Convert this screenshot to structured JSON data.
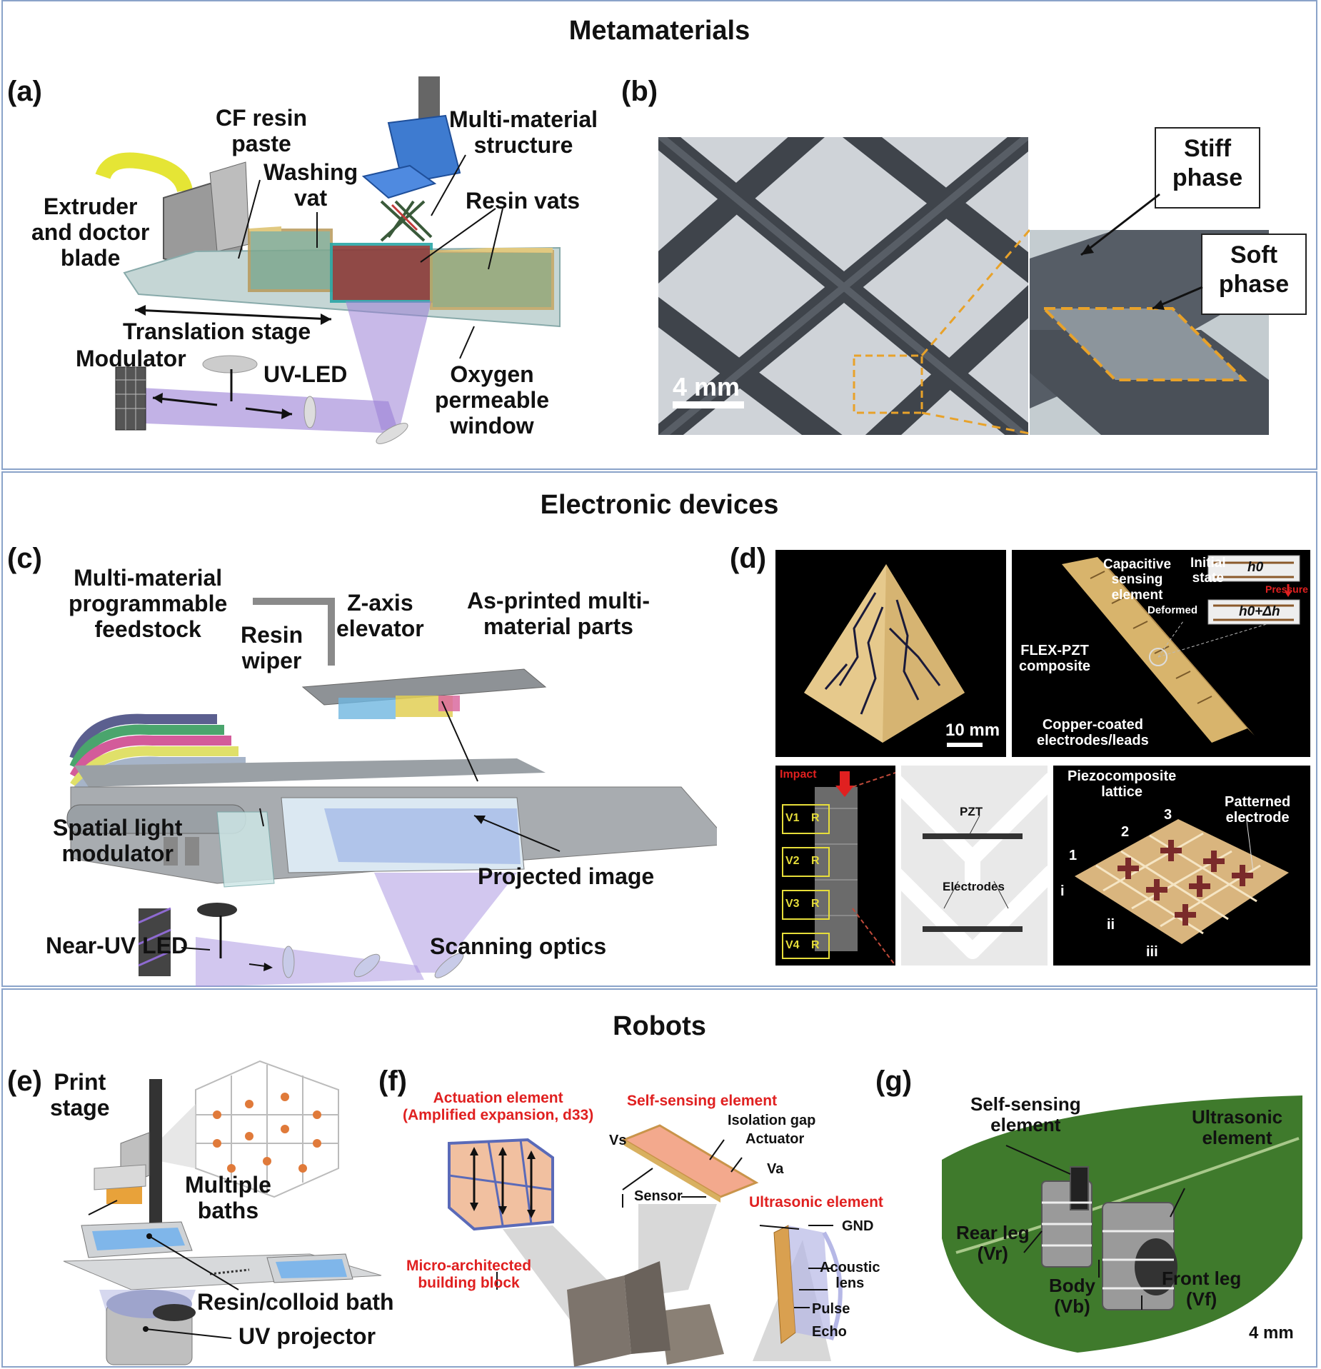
{
  "sections": {
    "metamaterials": "Metamaterials",
    "electronic": "Electronic devices",
    "robots": "Robots"
  },
  "panels": {
    "a": "(a)",
    "b": "(b)",
    "c": "(c)",
    "d": "(d)",
    "e": "(e)",
    "f": "(f)",
    "g": "(g)"
  },
  "a": {
    "cf_resin": "CF resin",
    "paste": "paste",
    "multi_material": "Multi-material",
    "structure": "structure",
    "washing": "Washing",
    "vat": "vat",
    "extruder": "Extruder",
    "and_doctor": "and doctor",
    "blade": "blade",
    "resin_vats": "Resin vats",
    "translation_stage": "Translation stage",
    "modulator": "Modulator",
    "uv_led": "UV-LED",
    "oxygen": "Oxygen",
    "permeable": "permeable",
    "window": "window"
  },
  "b": {
    "stiff": "Stiff",
    "phase1": "phase",
    "soft": "Soft",
    "phase2": "phase",
    "scale": "4 mm"
  },
  "c": {
    "feedstock1": "Multi-material",
    "feedstock2": "programmable",
    "feedstock3": "feedstock",
    "zaxis1": "Z-axis",
    "zaxis2": "elevator",
    "asprinted1": "As-printed multi-",
    "asprinted2": "material parts",
    "wiper1": "Resin",
    "wiper2": "wiper",
    "slm1": "Spatial light",
    "slm2": "modulator",
    "projected": "Projected image",
    "nearuv": "Near-UV LED",
    "scanning": "Scanning optics"
  },
  "d": {
    "scale": "10 mm",
    "capacitive1": "Capacitive",
    "capacitive2": "sensing",
    "capacitive3": "element",
    "initial1": "Initial",
    "initial2": "state",
    "h0": "h0",
    "pressure": "Pressure",
    "deformed": "Deformed",
    "h0dh": "h0+Δh",
    "flex1": "FLEX-PZT",
    "flex2": "composite",
    "copper1": "Copper-coated",
    "copper2": "electrodes/leads",
    "impact": "Impact",
    "v": [
      "V1",
      "V2",
      "V3",
      "V4"
    ],
    "r": "R",
    "pzt": "PZT",
    "electrodes": "Electrodes",
    "piezo1": "Piezocomposite",
    "piezo2": "lattice",
    "patterned1": "Patterned",
    "patterned2": "electrode",
    "n1": "1",
    "n2": "2",
    "n3": "3",
    "ri": "i",
    "rii": "ii",
    "riii": "iii"
  },
  "e": {
    "print1": "Print",
    "print2": "stage",
    "multiple1": "Multiple",
    "multiple2": "baths",
    "resin_bath": "Resin/colloid bath",
    "uv_projector": "UV projector"
  },
  "f": {
    "actuation1": "Actuation element",
    "actuation2": "(Amplified expansion, d33)",
    "selfsensing": "Self-sensing element",
    "isolation": "Isolation gap",
    "actuator": "Actuator",
    "vs": "Vs",
    "va": "Va",
    "sensor": "Sensor",
    "ultrasonic": "Ultrasonic element",
    "gnd": "GND",
    "micro1": "Micro-architected",
    "micro2": "building block",
    "acoustic1": "Acoustic",
    "acoustic2": "lens",
    "pulse": "Pulse",
    "echo": "Echo"
  },
  "g": {
    "selfsensing1": "Self-sensing",
    "selfsensing2": "element",
    "ultrasonic1": "Ultrasonic",
    "ultrasonic2": "element",
    "rear1": "Rear leg",
    "rear2": "(Vr)",
    "body1": "Body",
    "body2": "(Vb)",
    "front1": "Front leg",
    "front2": "(Vf)",
    "scale": "4 mm"
  }
}
